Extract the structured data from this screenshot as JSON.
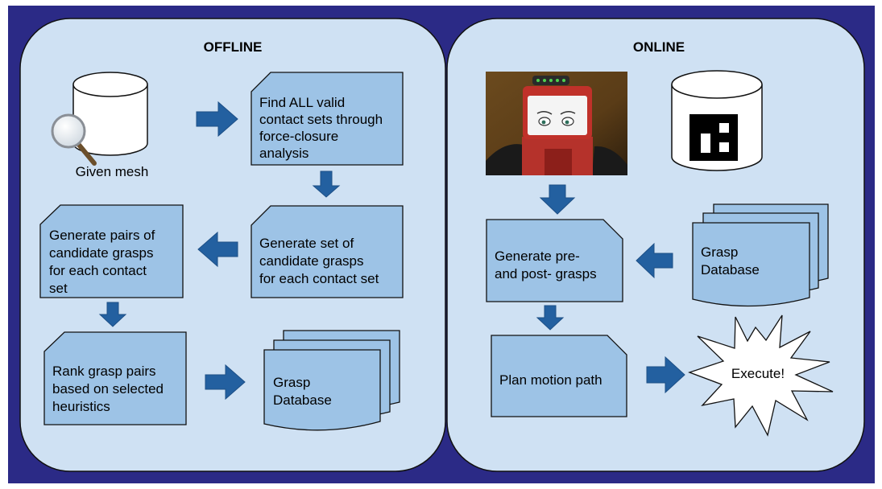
{
  "colors": {
    "frame": "#2b2a86",
    "panel": "#cfe1f3",
    "box": "#9dc3e6",
    "arrow": "#2360a0"
  },
  "offline": {
    "title": "OFFLINE",
    "mesh_label": "Given mesh",
    "step_find": [
      "Find ALL valid",
      "contact sets through",
      "force-closure",
      "analysis"
    ],
    "step_generate_set": [
      "Generate set of",
      "candidate grasps",
      "for each contact set"
    ],
    "step_generate_pairs": [
      "Generate pairs of",
      "candidate grasps",
      "for each contact",
      "set"
    ],
    "step_rank": [
      "Rank grasp pairs",
      "based on selected",
      "heuristics"
    ],
    "database": [
      "Grasp",
      "Database"
    ]
  },
  "online": {
    "title": "ONLINE",
    "database": [
      "Grasp",
      "Database"
    ],
    "step_generate_pre_post": [
      "Generate pre-",
      "and post- grasps"
    ],
    "step_plan": "Plan motion path",
    "execute": "Execute!"
  }
}
